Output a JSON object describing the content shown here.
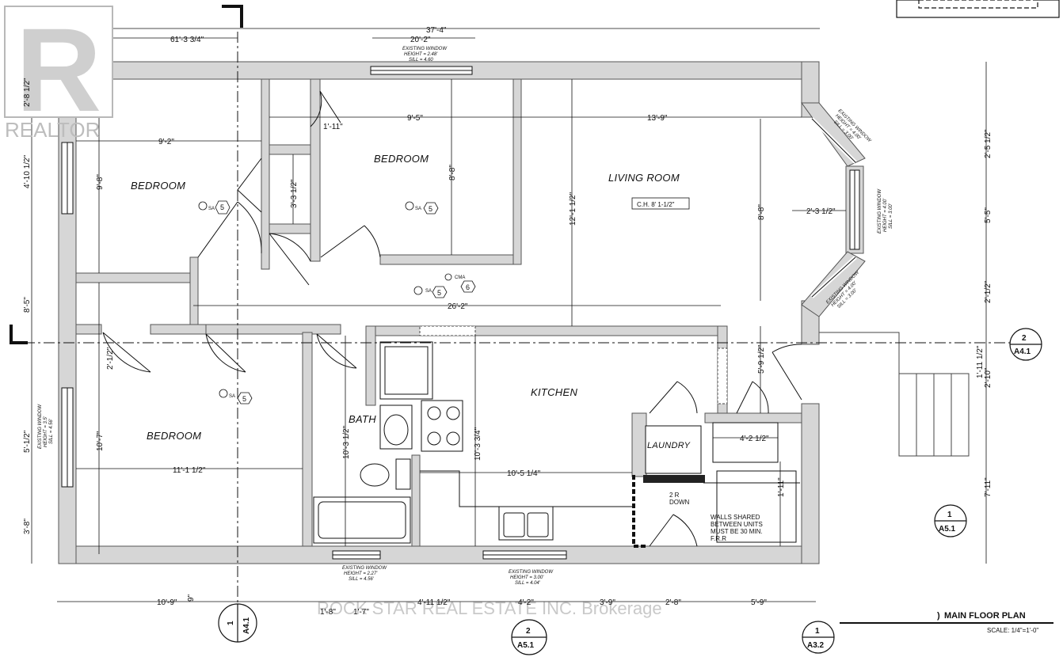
{
  "logo": {
    "brand": "REALTOR",
    "mark": "R"
  },
  "watermark": "ROCK STAR REAL ESTATE INC. Brokerage",
  "title": "MAIN FLOOR PLAN",
  "title_prefix": ")",
  "scale": "SCALE: 1/4\"=1'-0\"",
  "rooms": {
    "bedroom_1": "BEDROOM",
    "bedroom_2": "BEDROOM",
    "bedroom_3": "BEDROOM",
    "living_room": "LIVING ROOM",
    "kitchen": "KITCHEN",
    "bath": "BATH",
    "laundry": "LAUNDRY"
  },
  "ceiling_height": "C.H. 8' 1-1/2\"",
  "stair_label": [
    "2 R",
    "DOWN"
  ],
  "wall_note": [
    "WALLS SHARED",
    "BETWEEN UNITS",
    "MUST BE 30 MIN.",
    "F.R.R"
  ],
  "windows": {
    "top": [
      "EXISTING WINDOW",
      "HEIGHT = 2.48'",
      "SILL = 4.60"
    ],
    "bath_bottom": [
      "EXISTING WINDOW",
      "HEIGHT = 2.27'",
      "SILL = 4.56'"
    ],
    "kitchen_bottom": [
      "EXISTING WINDOW",
      "HEIGHT = 3.00'",
      "SILL = 4.04'"
    ],
    "left": [
      "EXISTING WINDOW",
      "HEIGHT = 3.5'",
      "SILL = 4.56'"
    ],
    "bay_upper": [
      "EXISTING WINDOW",
      "HEIGHT = 4.00'",
      "SILL = 3.00'"
    ],
    "bay_mid": [
      "EXISTING WINDOW",
      "HEIGHT = 4.00'",
      "SILL = 3.00'"
    ],
    "bay_lower": [
      "EXISTING WINDOW",
      "HEIGHT = 4.00'",
      "SILL = 3.00'"
    ]
  },
  "detectors": {
    "sa": "SA",
    "cma": "CMA",
    "tag5": "5",
    "tag6": "6"
  },
  "section_tags": [
    {
      "num": "2",
      "ref": "A4.1"
    },
    {
      "num": "1",
      "ref": "A4.1"
    },
    {
      "num": "2",
      "ref": "A5.1"
    },
    {
      "num": "1",
      "ref": "A5.1"
    },
    {
      "num": "1",
      "ref": "A3.2"
    }
  ],
  "dimensions": {
    "overall_top": "37'-4\"",
    "top_left": "61'-3 3/4\"",
    "top_mid": "20'-2\"",
    "bed1_width": "9'-2\"",
    "bed1_height": "9'-8\"",
    "closet_w": "1'-11\"",
    "bed2_width": "9'-5\"",
    "living_width": "13'-9\"",
    "closet_h": "3'-3 1/2\"",
    "bed2_height": "8'-8\"",
    "living_height": "12'-1 1/2\"",
    "bay_h": "8'-8\"",
    "bay_depth": "2'-3 1/2\"",
    "hall_width": "26'-2\"",
    "left_top": "2'-8 1/2\"",
    "left_2": "4'-10 1/2\"",
    "left_3": "8'-5\"",
    "left_4": "5'-1/2\"",
    "left_5": "3'-8\"",
    "hall_v": "2'-1/2\"",
    "bed3_height": "10'-7\"",
    "bed3_width": "11'-1 1/2\"",
    "bath_height": "10'-3 1/2\"",
    "kitchen_height": "10'-3 3/4\"",
    "kitchen_width": "10'-5 1/4\"",
    "entry_h": "5'-9 1/2\"",
    "entry_w": "4'-2 1/2\"",
    "stair_small": "1'-11\"",
    "right_1": "2'-5 1/2\"",
    "right_2": "5'-5\"",
    "right_3": "2'-1/2\"",
    "right_4": "2'-10\"",
    "right_5": "1'-11 1/2\"",
    "right_6": "7'-11\"",
    "bottom_1": "10'-9\"",
    "bottom_9": "9\"",
    "bottom_2": "1'-8\"",
    "bottom_3": "1'-7\"",
    "bottom_4": "4'-11 1/2\"",
    "bottom_5": "4'-2\"",
    "bottom_6": "3'-9\"",
    "bottom_7": "2'-8\"",
    "bottom_8": "5'-9\""
  }
}
